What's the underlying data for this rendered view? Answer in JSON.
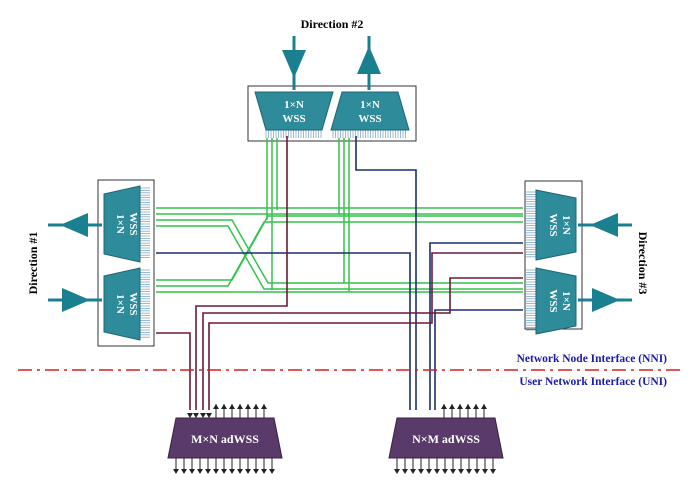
{
  "directions": {
    "d1": "Direction #1",
    "d2": "Direction #2",
    "d3": "Direction #3"
  },
  "wss": {
    "line1": "1×N",
    "line2": "WSS"
  },
  "adwss": {
    "left": "M×N adWSS",
    "right": "N×M adWSS"
  },
  "interfaces": {
    "nni": "Network Node Interface (NNI)",
    "uni": "User Network Interface  (UNI)"
  },
  "colors": {
    "wss_fill": "#2e8b9a",
    "adwss_fill": "#5a3a6a",
    "green_fiber": "#33c24d",
    "navy_fiber": "#1c2f6e",
    "maroon_fiber": "#6e1838",
    "arrow": "#1a7f8f",
    "port": "#7fa6c8",
    "interface_text": "#1a1aa8",
    "divider": "#d81e1e"
  }
}
